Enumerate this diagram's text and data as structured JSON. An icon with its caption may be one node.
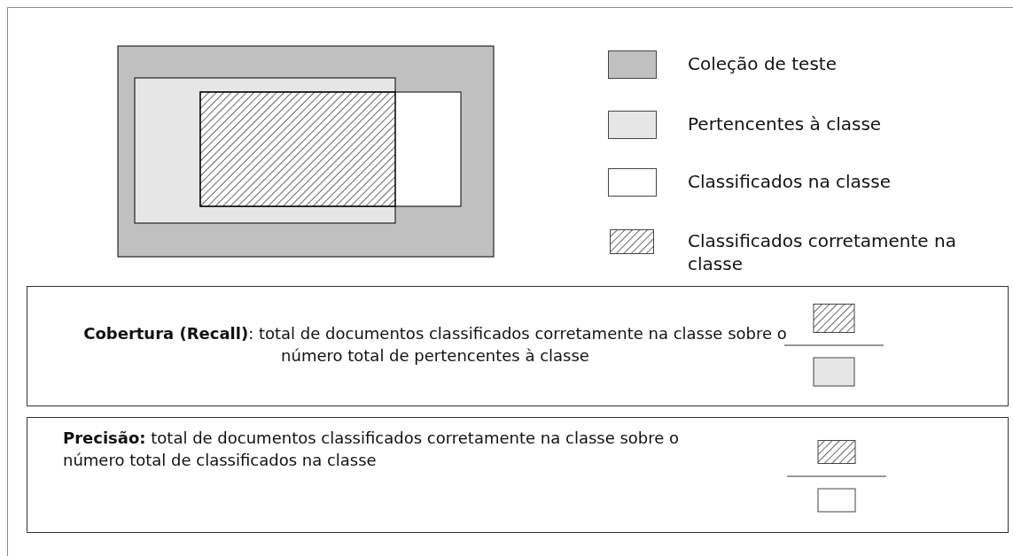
{
  "diagram": {
    "nodes": [
      {
        "text": [
          "**Cobertura (Recall)**: total de documentos classificados corretamente na classe sobre o número total de pertencentes à classe"
        ]
      },
      {
        "text": [
          "**Precisão:** total de documentos classificados corretamente na classe sobre o número total de classificados na classe"
        ]
      }
    ],
    "legend": [
      {
        "text": "Coleção de teste",
        "color": "#c0c0c0"
      },
      {
        "text": "Pertencentes à classe",
        "color": "#e6e6e6"
      },
      {
        "text": "Classificados na classe",
        "color": "#ffffff"
      },
      {
        "text": "Classificados corretamente na classe"
      }
    ]
  }
}
